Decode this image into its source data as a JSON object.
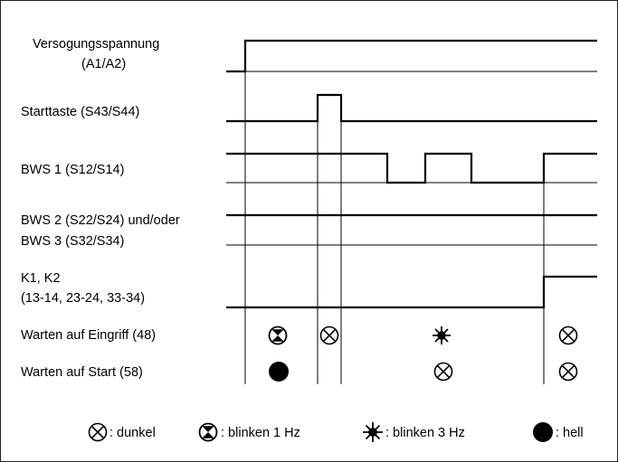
{
  "signals": [
    {
      "id": "supply",
      "lines": [
        "Versogungsspannung",
        "(A1/A2)"
      ]
    },
    {
      "id": "start-button",
      "lines": [
        "Starttaste (S43/S44)"
      ]
    },
    {
      "id": "bws1",
      "lines": [
        "BWS 1 (S12/S14)"
      ]
    },
    {
      "id": "bws2-3",
      "lines": [
        "BWS 2 (S22/S24) und/oder",
        "BWS 3 (S32/S34)"
      ]
    },
    {
      "id": "k1-k2",
      "lines": [
        "K1, K2",
        "(13-14, 23-24, 33-34)"
      ]
    }
  ],
  "indicators": [
    {
      "id": "wait-intervention",
      "label": "Warten auf Eingriff (48)",
      "states": [
        "blink-1hz",
        "dark",
        "blink-3hz",
        "dark"
      ]
    },
    {
      "id": "wait-start",
      "label": "Warten auf Start (58)",
      "states": [
        "bright",
        "none",
        "dark",
        "dark"
      ]
    }
  ],
  "legend": [
    {
      "state": "dark",
      "icon": "dark-icon",
      "text": ": dunkel"
    },
    {
      "state": "blink-1hz",
      "icon": "blink-1hz-icon",
      "text": ": blinken 1 Hz"
    },
    {
      "state": "blink-3hz",
      "icon": "blink-3hz-icon",
      "text": ": blinken 3 Hz"
    },
    {
      "state": "bright",
      "icon": "bright-icon",
      "text": ": hell"
    }
  ]
}
